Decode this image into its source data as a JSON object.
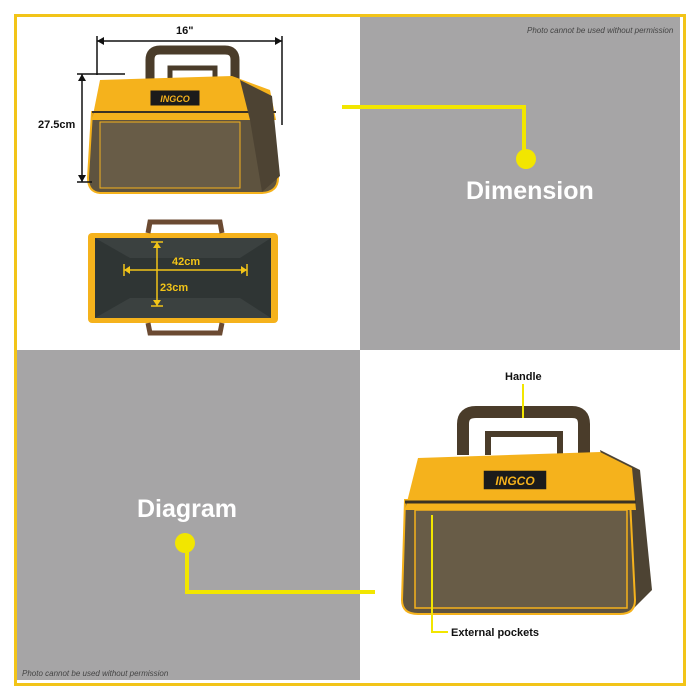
{
  "watermark_top": "Photo cannot be used without permission",
  "watermark_bottom": "Photo cannot be used without permission",
  "dimension": {
    "title": "Dimension",
    "width_label": "16\"",
    "height_label": "27.5cm",
    "inner_width_label": "42cm",
    "inner_depth_label": "23cm"
  },
  "diagram": {
    "title": "Diagram",
    "handle_label": "Handle",
    "pockets_label": "External pockets"
  },
  "brand": {
    "logo_text": "INGCO"
  },
  "colors": {
    "accent": "#f2c418",
    "panel_grey": "#a6a5a6",
    "bag_brown": "#5a4f3d",
    "bag_yellow": "#f5b21c",
    "handle_brown": "#4a3c2a"
  }
}
